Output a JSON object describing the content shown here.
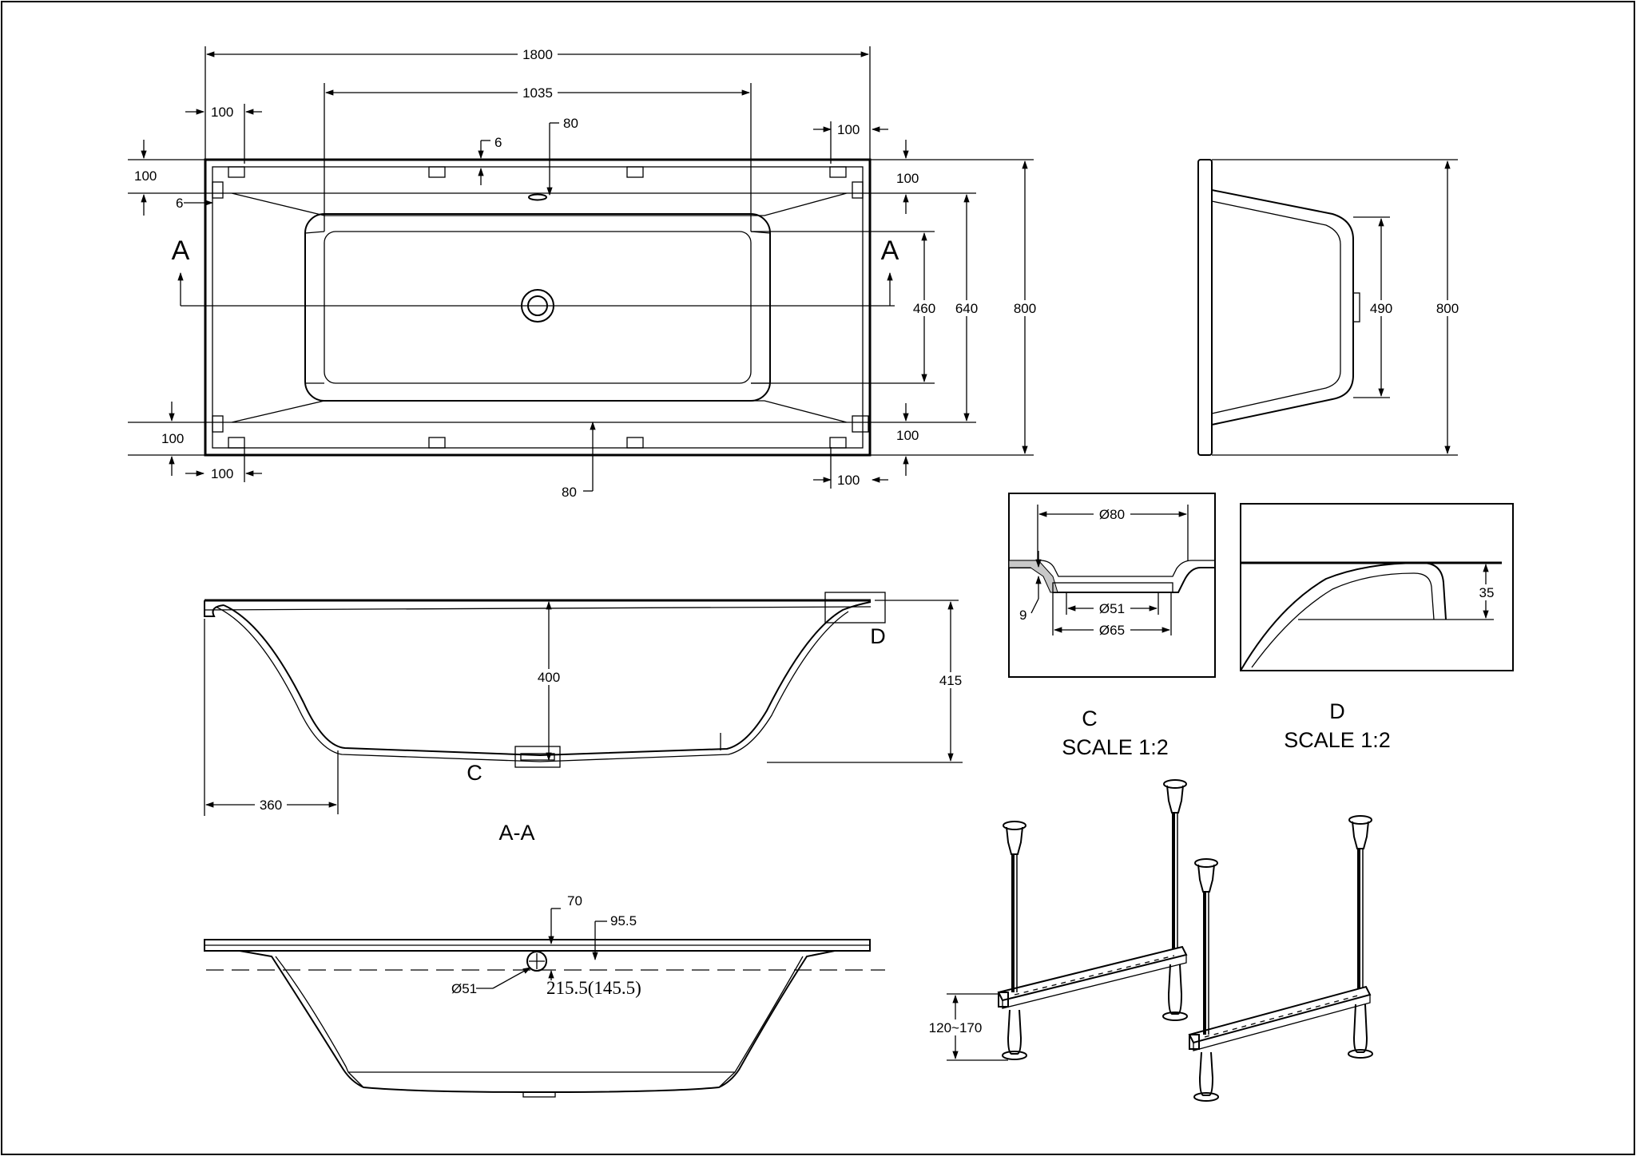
{
  "plan_view": {
    "overall_length": "1800",
    "inner_length": "1035",
    "corner_offset_tl": "100",
    "corner_offset_tr": "100",
    "corner_offset_bl": "100",
    "corner_offset_br": "100",
    "edge_offset_top_left": "100",
    "edge_offset_top_right": "100",
    "edge_offset_bottom_left": "100",
    "edge_offset_bottom_right": "100",
    "rim_gap": "6",
    "rim_gap_left": "6",
    "overflow_top": "80",
    "overflow_bottom": "80",
    "width_460": "460",
    "width_640": "640",
    "width_800": "800",
    "section_marker_left": "A",
    "section_marker_right": "A"
  },
  "side_view": {
    "depth_490": "490",
    "width_800": "800"
  },
  "section_aa": {
    "depth_400": "400",
    "height_415": "415",
    "offset_360": "360",
    "detail_c": "C",
    "detail_d": "D",
    "title": "A-A"
  },
  "detail_c_view": {
    "dia_80": "Ø80",
    "dia_51": "Ø51",
    "dia_65": "Ø65",
    "dim_9": "9",
    "name": "C",
    "scale": "SCALE 1:2"
  },
  "detail_d_view": {
    "dim_35": "35",
    "name": "D",
    "scale": "SCALE 1:2"
  },
  "front_view": {
    "dim_70": "70",
    "dim_95_5": "95.5",
    "drain_dia": "Ø51",
    "drain_height": "215.5(145.5)"
  },
  "legs": {
    "height_range": "120~170"
  }
}
